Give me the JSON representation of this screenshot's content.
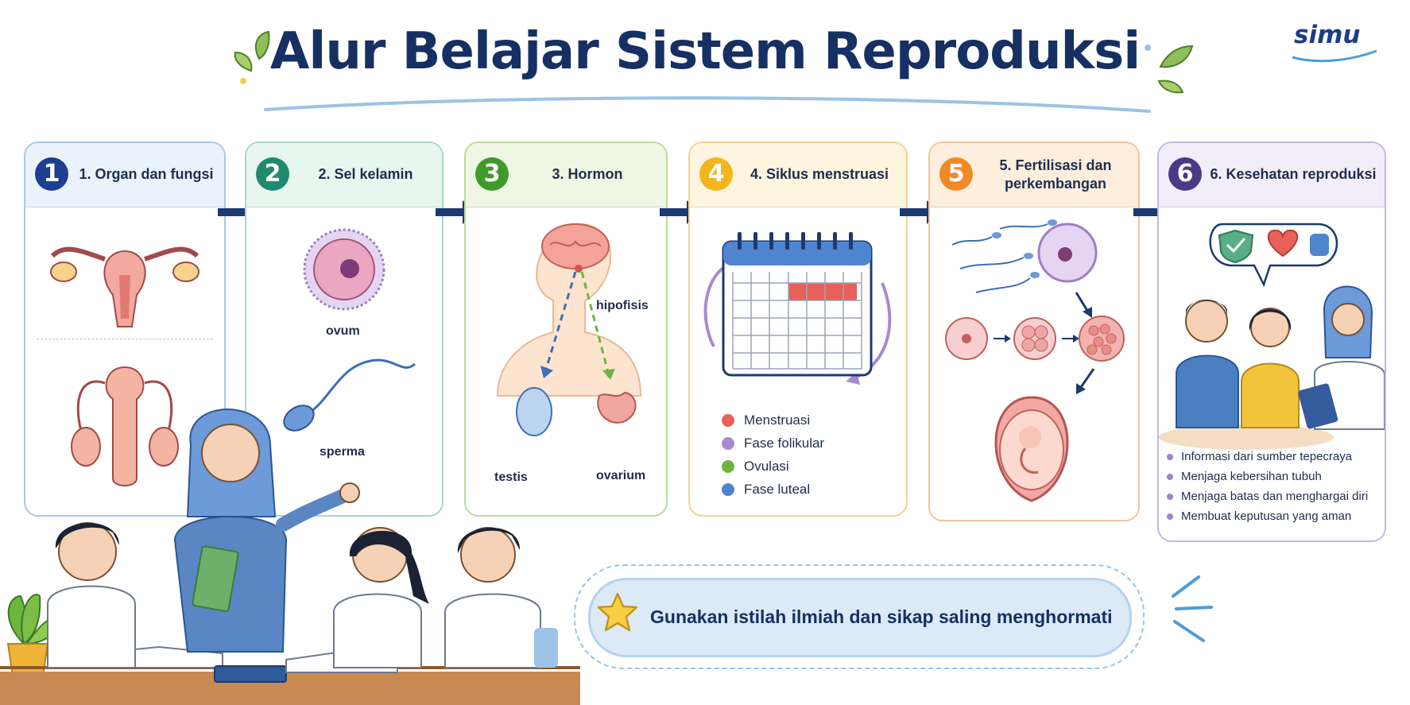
{
  "title": "Alur Belajar Sistem Reproduksi",
  "logo": "simu",
  "colors": {
    "title": "#173063",
    "arrow": "#1b3a73",
    "step1": "#1d3f8f",
    "step2": "#1f8a6e",
    "step3": "#3f9a2a",
    "step4": "#f2b51d",
    "step5": "#ef8a25",
    "step6": "#4a3a86"
  },
  "steps": [
    {
      "number": "1",
      "title": "1. Organ dan fungsi"
    },
    {
      "number": "2",
      "title": "2. Sel kelamin"
    },
    {
      "number": "3",
      "title": "3. Hormon"
    },
    {
      "number": "4",
      "title": "4. Siklus menstruasi"
    },
    {
      "number": "5",
      "title": "5. Fertilisasi dan perkembangan"
    },
    {
      "number": "6",
      "title": "6. Kesehatan reproduksi"
    }
  ],
  "step2_labels": {
    "ovum": "ovum",
    "sperma": "sperma"
  },
  "step3_labels": {
    "hipofisis": "hipofisis",
    "testis": "testis",
    "ovarium": "ovarium"
  },
  "cycle_legend": [
    {
      "label": "Menstruasi",
      "color": "#e8605a"
    },
    {
      "label": "Fase folikular",
      "color": "#a78bd0"
    },
    {
      "label": "Ovulasi",
      "color": "#6cb53f"
    },
    {
      "label": "Fase luteal",
      "color": "#4d86cf"
    }
  ],
  "health_points": [
    "Informasi dari sumber tepecraya",
    "Menjaga kebersihan tubuh",
    "Menjaga batas dan menghargai diri",
    "Membuat keputusan yang aman"
  ],
  "banner": "Gunakan istilah ilmiah dan sikap saling menghormati",
  "icons": [
    "leaf-icon",
    "arrow-right-icon",
    "brain-icon",
    "calendar-icon",
    "shield-check-icon",
    "heart-icon",
    "star-icon",
    "speech-bubble-icon",
    "plant-icon",
    "book-icon"
  ]
}
